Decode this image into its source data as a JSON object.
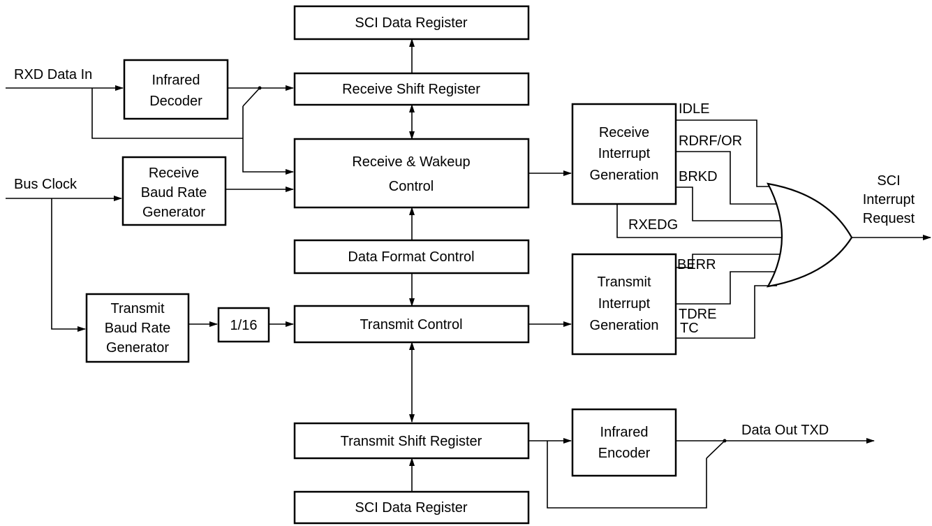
{
  "blocks": {
    "sci_data_register_top": {
      "label": "SCI Data Register"
    },
    "infrared_decoder": {
      "label_line1": "Infrared",
      "label_line2": "Decoder"
    },
    "receive_shift_register": {
      "label": "Receive Shift Register"
    },
    "receive_wakeup_control": {
      "label_line1": "Receive & Wakeup",
      "label_line2": "Control"
    },
    "receive_baud_rate_generator": {
      "label_line1": "Receive",
      "label_line2": "Baud Rate",
      "label_line3": "Generator"
    },
    "data_format_control": {
      "label": "Data Format Control"
    },
    "transmit_control": {
      "label": "Transmit Control"
    },
    "transmit_baud_rate_generator": {
      "label_line1": "Transmit",
      "label_line2": "Baud Rate",
      "label_line3": "Generator"
    },
    "divider": {
      "label": "1/16"
    },
    "receive_interrupt_generation": {
      "label_line1": "Receive",
      "label_line2": "Interrupt",
      "label_line3": "Generation"
    },
    "transmit_interrupt_generation": {
      "label_line1": "Transmit",
      "label_line2": "Interrupt",
      "label_line3": "Generation"
    },
    "transmit_shift_register": {
      "label": "Transmit Shift Register"
    },
    "infrared_encoder": {
      "label_line1": "Infrared",
      "label_line2": "Encoder"
    },
    "sci_data_register_bottom": {
      "label": "SCI Data Register"
    }
  },
  "signals": {
    "rxd_data_in": "RXD Data In",
    "bus_clock": "Bus Clock",
    "idle": "IDLE",
    "rdrf_or": "RDRF/OR",
    "brkd": "BRKD",
    "rxedg": "RXEDG",
    "berr": "BERR",
    "tdre": "TDRE",
    "tc": "TC",
    "data_out_txd": "Data Out TXD"
  },
  "output": {
    "label_line1": "SCI",
    "label_line2": "Interrupt",
    "label_line3": "Request"
  }
}
